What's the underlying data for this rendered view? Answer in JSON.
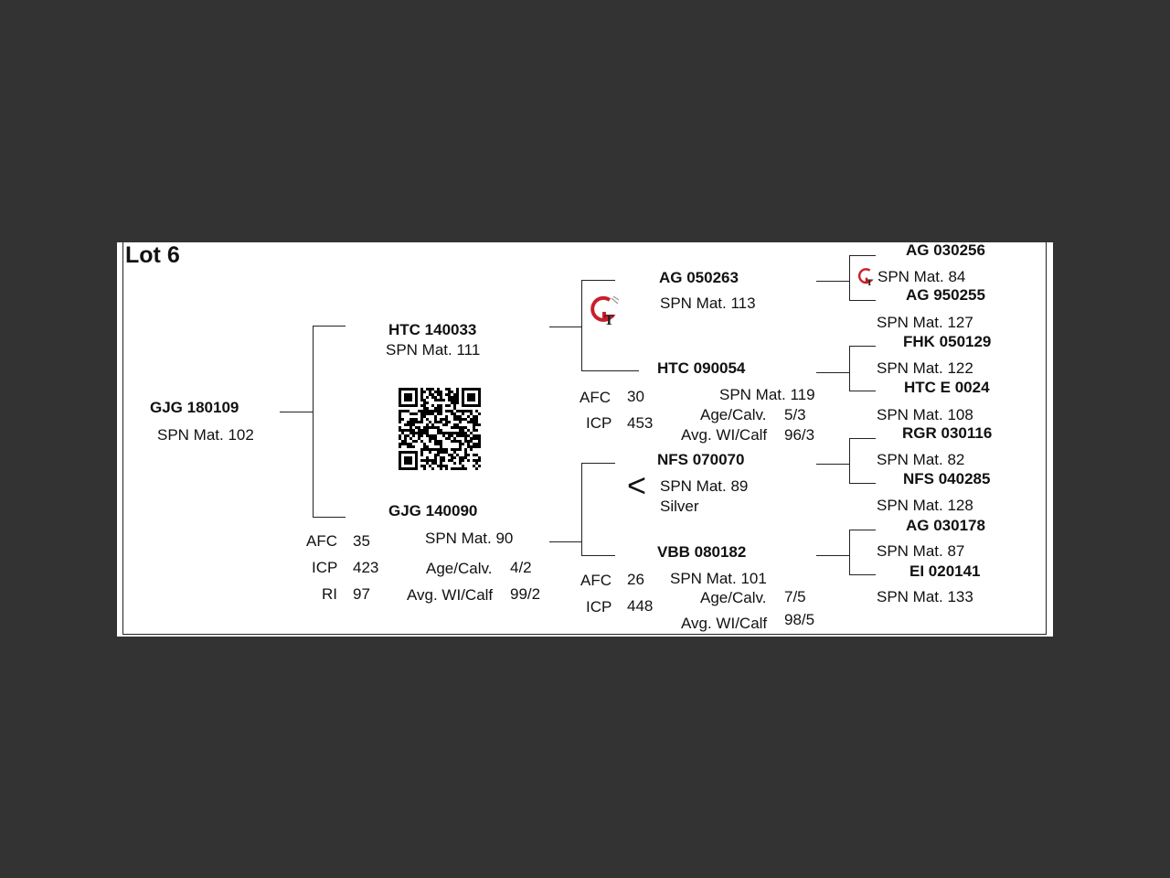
{
  "lot_title": "Lot 6",
  "subject": {
    "id": "GJG 180109",
    "spn": "SPN Mat. 102"
  },
  "sire": {
    "id": "HTC 140033",
    "spn": "SPN Mat. 111"
  },
  "dam": {
    "id": "GJG 140090",
    "spn": "SPN Mat. 90",
    "afc_label": "AFC",
    "afc": "35",
    "icp_label": "ICP",
    "icp": "423",
    "ri_label": "RI",
    "ri": "97",
    "agecalv_label": "Age/Calv.",
    "agecalv": "4/2",
    "avgwi_label": "Avg. WI/Calf",
    "avgwi": "99/2"
  },
  "sire_sire": {
    "id": "AG  050263",
    "spn": "SPN Mat. 113"
  },
  "sire_dam": {
    "id": "HTC 090054",
    "spn": "SPN Mat. 119",
    "afc_label": "AFC",
    "afc": "30",
    "icp_label": "ICP",
    "icp": "453",
    "agecalv_label": "Age/Calv.",
    "agecalv": "5/3",
    "avgwi_label": "Avg. WI/Calf",
    "avgwi": "96/3"
  },
  "dam_sire": {
    "id": "NFS 070070",
    "spn": "SPN Mat. 89",
    "award": "Silver",
    "award_mark": "<"
  },
  "dam_dam": {
    "id": "VBB 080182",
    "spn": "SPN Mat. 101",
    "afc_label": "AFC",
    "afc": "26",
    "icp_label": "ICP",
    "icp": "448",
    "agecalv_label": "Age/Calv.",
    "agecalv": "7/5",
    "avgwi_label": "Avg. WI/Calf",
    "avgwi": "98/5"
  },
  "great_grandparents": [
    {
      "id": "AG  030256",
      "spn": "SPN Mat. 84"
    },
    {
      "id": "AG  950255",
      "spn": "SPN Mat. 127"
    },
    {
      "id": "FHK 050129",
      "spn": "SPN Mat. 122"
    },
    {
      "id": "HTC E 0024",
      "spn": "SPN Mat. 108"
    },
    {
      "id": "RGR 030116",
      "spn": "SPN Mat. 82"
    },
    {
      "id": "NFS 040285",
      "spn": "SPN Mat. 128"
    },
    {
      "id": "AG  030178",
      "spn": "SPN Mat. 87"
    },
    {
      "id": "EI  020141",
      "spn": "SPN Mat. 133"
    }
  ],
  "icons": {
    "gt_logo": "gt-logo-icon",
    "qr": "qr-code-icon"
  },
  "colors": {
    "background": "#333333",
    "sheet": "#ffffff",
    "logo_red": "#c8202a"
  }
}
